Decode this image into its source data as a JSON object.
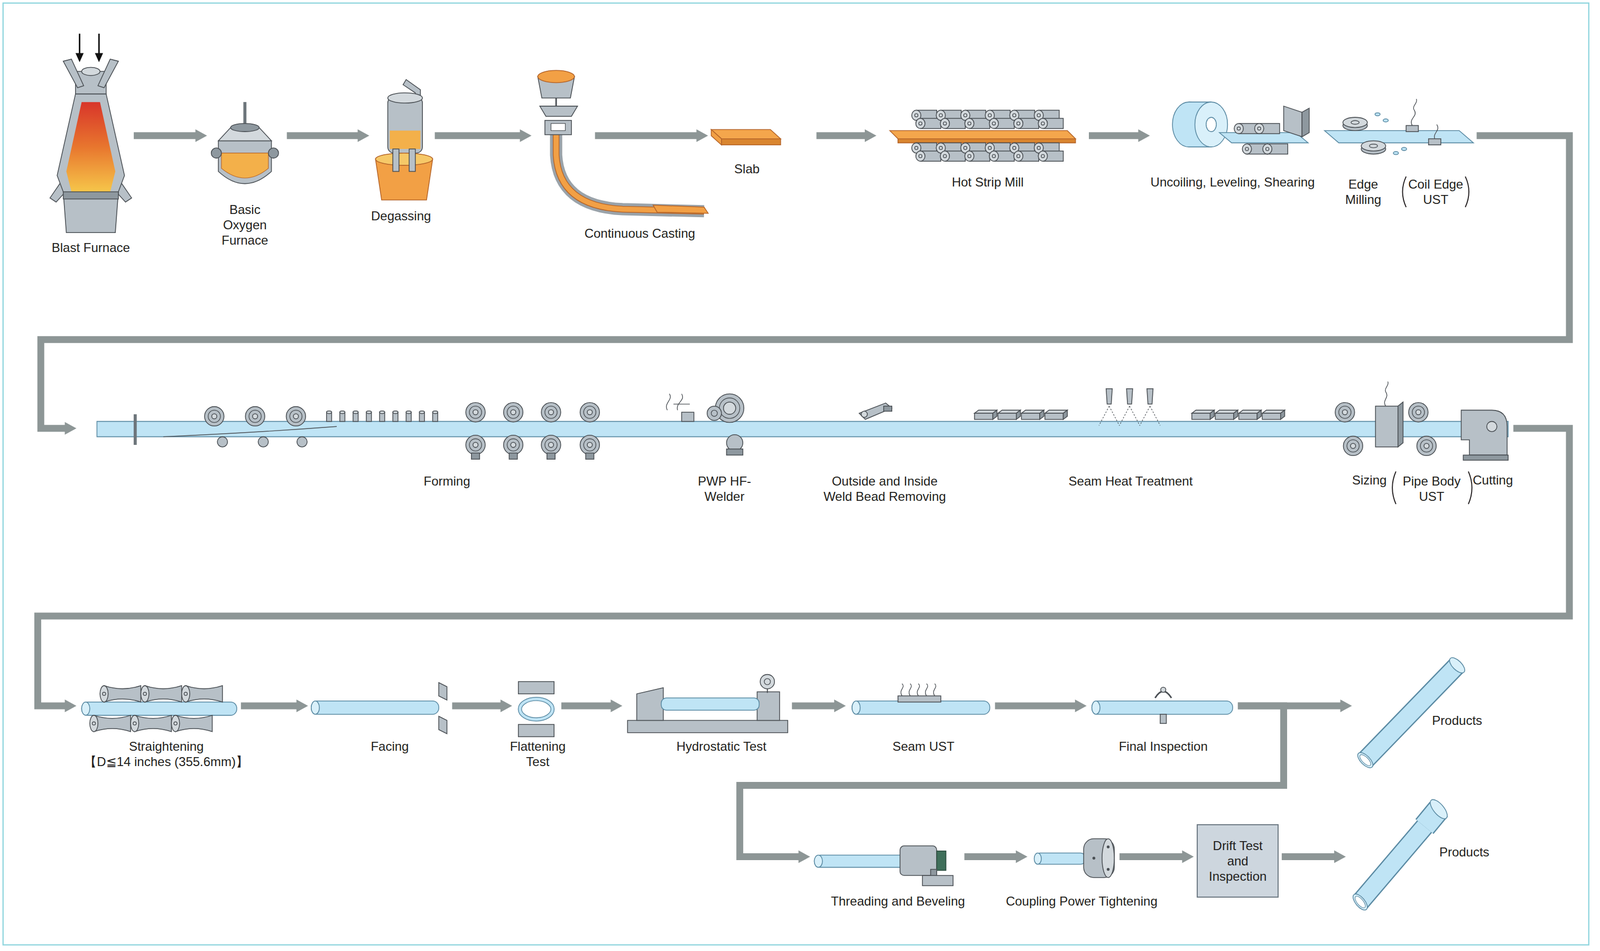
{
  "diagram": {
    "nodes": [
      {
        "text": [
          "Blast Furnace"
        ]
      },
      {
        "text": [
          "Basic Oxygen Furnace"
        ]
      },
      {
        "text": [
          "Degassing"
        ]
      },
      {
        "text": [
          "Continuous Casting"
        ]
      },
      {
        "text": [
          "Slab"
        ]
      },
      {
        "text": [
          "Hot Strip Mill"
        ]
      },
      {
        "text": [
          "Uncoiling, Leveling, Shearing"
        ]
      },
      {
        "text": [
          "Edge Milling",
          "Coil Edge UST"
        ]
      },
      {
        "text": [
          "Forming"
        ]
      },
      {
        "text": [
          "PWP HF-Welder"
        ]
      },
      {
        "text": [
          "Outside and Inside Weld Bead Removing"
        ]
      },
      {
        "text": [
          "Seam Heat Treatment"
        ]
      },
      {
        "text": [
          "Sizing",
          "Pipe Body UST"
        ]
      },
      {
        "text": [
          "Cutting"
        ]
      },
      {
        "text": [
          "Straightening",
          "【D≦14 inches (355.6mm)】"
        ]
      },
      {
        "text": [
          "Facing"
        ]
      },
      {
        "text": [
          "Flattening Test"
        ]
      },
      {
        "text": [
          "Hydrostatic Test"
        ]
      },
      {
        "text": [
          "Seam UST"
        ]
      },
      {
        "text": [
          "Final Inspection"
        ]
      },
      {
        "text": [
          "Products"
        ]
      },
      {
        "text": [
          "Threading and Beveling"
        ]
      },
      {
        "text": [
          "Coupling Power Tightening"
        ]
      },
      {
        "text": [
          "Drift Test and Inspection"
        ]
      },
      {
        "text": [
          "Products"
        ]
      }
    ],
    "edges": [
      {
        "from": 0,
        "to": 1,
        "arrow": "to"
      },
      {
        "from": 1,
        "to": 2,
        "arrow": "to"
      },
      {
        "from": 2,
        "to": 3,
        "arrow": "to"
      },
      {
        "from": 3,
        "to": 4,
        "arrow": "to"
      },
      {
        "from": 4,
        "to": 5,
        "arrow": "to"
      },
      {
        "from": 5,
        "to": 6,
        "arrow": "to"
      },
      {
        "from": 7,
        "to": 8,
        "arrow": "to"
      },
      {
        "from": 13,
        "to": 14,
        "arrow": "to"
      },
      {
        "from": 14,
        "to": 15,
        "arrow": "to"
      },
      {
        "from": 15,
        "to": 16,
        "arrow": "to"
      },
      {
        "from": 16,
        "to": 17,
        "arrow": "to"
      },
      {
        "from": 17,
        "to": 18,
        "arrow": "to"
      },
      {
        "from": 18,
        "to": 19,
        "arrow": "to"
      },
      {
        "from": 19,
        "to": 20,
        "arrow": "to"
      },
      {
        "from": 19,
        "to": 21,
        "arrow": "to"
      },
      {
        "from": 21,
        "to": 22,
        "arrow": "to"
      },
      {
        "from": 22,
        "to": 23,
        "arrow": "to"
      },
      {
        "from": 23,
        "to": 24,
        "arrow": "to"
      }
    ]
  }
}
